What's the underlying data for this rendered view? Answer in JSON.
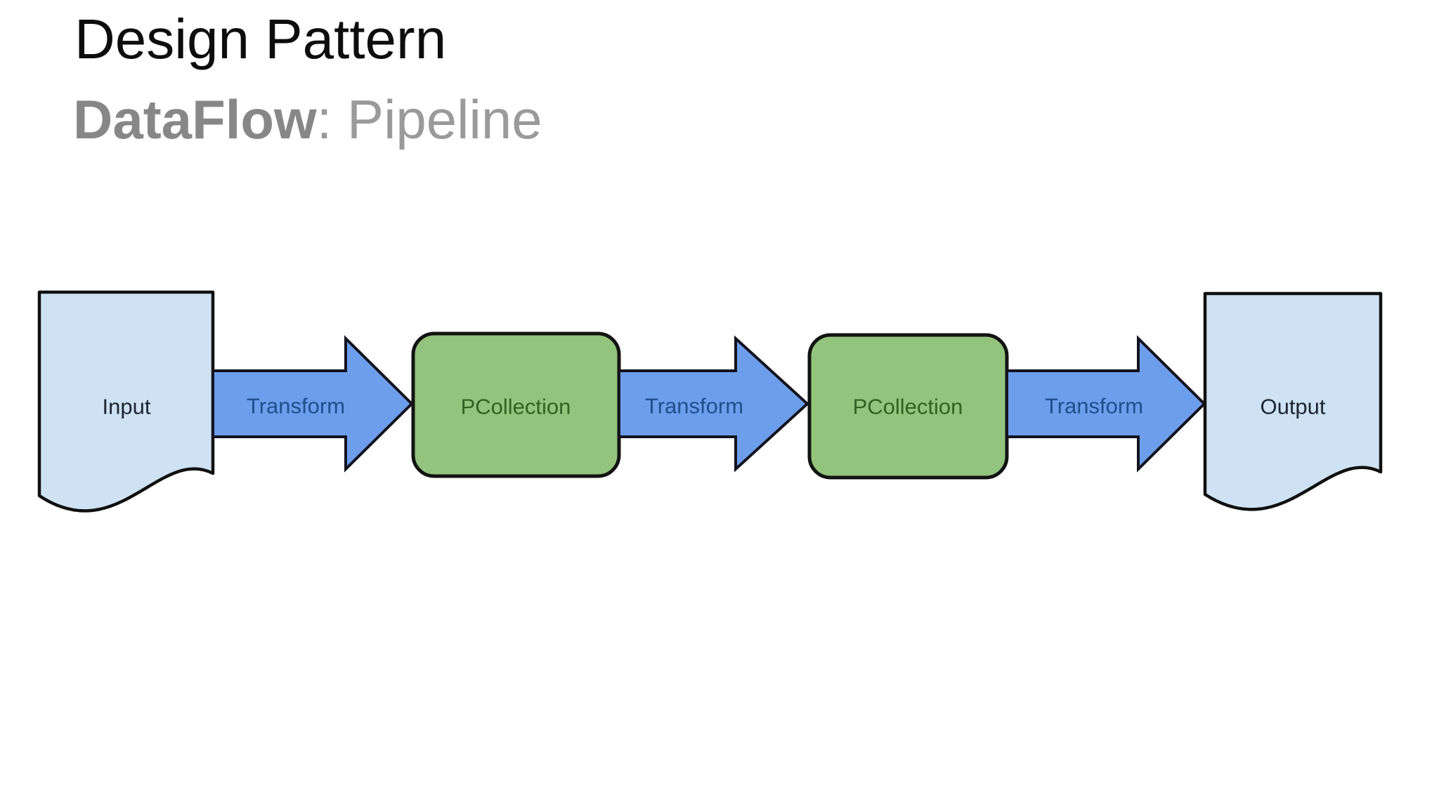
{
  "slide": {
    "title": "Design Pattern",
    "subtitle": {
      "emphasis": "DataFlow",
      "rest": ": Pipeline"
    }
  },
  "diagram": {
    "nodes": {
      "input": {
        "label": "Input",
        "type": "document"
      },
      "pcollection_a": {
        "label": "PCollection",
        "type": "rounded-box"
      },
      "pcollection_b": {
        "label": "PCollection",
        "type": "rounded-box"
      },
      "output": {
        "label": "Output",
        "type": "document"
      }
    },
    "arrows": [
      {
        "label": "Transform"
      },
      {
        "label": "Transform"
      },
      {
        "label": "Transform"
      }
    ],
    "colors": {
      "document_fill": "#cfe2f3",
      "document_text": "#1c2530",
      "arrow_fill": "#6d9eeb",
      "arrow_text": "#1f4e8c",
      "pcollection_fill": "#93c47d",
      "pcollection_text": "#2f6322",
      "outline": "#111111",
      "title_text": "#0d0d0d",
      "subtitle_emphasis_text": "#878787",
      "subtitle_rest_text": "#9a9a9a",
      "background": "#ffffff"
    }
  }
}
